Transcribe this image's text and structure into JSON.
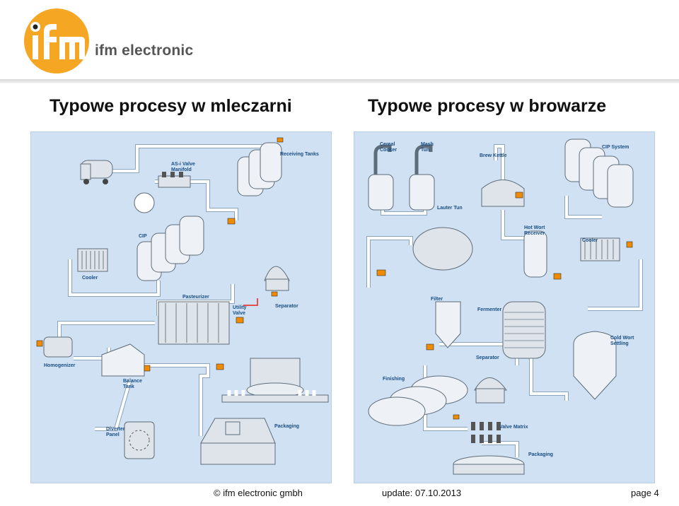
{
  "header": {
    "brand": "ifm electronic",
    "logo_text": "ifm"
  },
  "titles": {
    "left": "Typowe procesy w mleczarni",
    "right": "Typowe procesy w browarze"
  },
  "dairy_labels": {
    "receiving_tanks": "Receiving Tanks",
    "asi_valve_manifold": "AS-i Valve Manifold",
    "cip": "CIP",
    "cooler": "Cooler",
    "pasteurizer": "Pasteurizer",
    "utility_valve": "Utility Valve",
    "separator": "Separator",
    "homogenizer": "Homogenizer",
    "balance_tank": "Balance Tank",
    "diverter_panel": "Diverter Panel",
    "packaging": "Packaging"
  },
  "brewery_labels": {
    "cereal_cooker": "Cereal Cooker",
    "mash_tun": "Mash Tun",
    "brew_kettle": "Brew Kettle",
    "cip_system": "CIP System",
    "lauter_tun": "Lauter Tun",
    "hot_wort_receiver": "Hot Wort Receiver",
    "cooler": "Cooler",
    "filter": "Filter",
    "fermenter": "Fermenter",
    "cold_wort_settling": "Cold Wort Settling",
    "separator": "Separator",
    "finishing": "Finishing",
    "valve_matrix": "Valve Matrix",
    "packaging": "Packaging"
  },
  "footer": {
    "copyright": "© ifm electronic gmbh",
    "update": "update: 07.10.2013",
    "page": "page 4"
  },
  "colors": {
    "panel_bg": "#cfe1f2",
    "label_blue": "#1a4e86",
    "logo_orange": "#f5a623",
    "sensor_orange": "#f08a00"
  }
}
